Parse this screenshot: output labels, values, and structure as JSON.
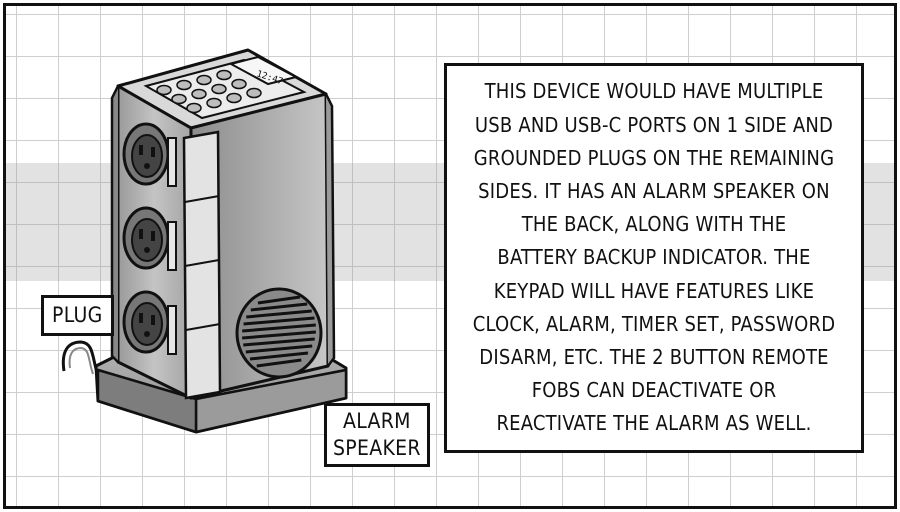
{
  "labels": {
    "plug": "PLUG",
    "alarm_speaker": [
      "ALARM",
      "SPEAKER"
    ]
  },
  "keypad_display": "12:47",
  "description": [
    "THIS DEVICE WOULD HAVE MULTIPLE",
    "USB AND USB-C PORTS ON 1 SIDE AND",
    "GROUNDED PLUGS ON THE REMAINING",
    "SIDES. IT HAS AN ALARM SPEAKER ON",
    "THE BACK, ALONG WITH THE",
    "BATTERY BACKUP INDICATOR. THE",
    "KEYPAD WILL HAVE FEATURES LIKE",
    "CLOCK, ALARM, TIMER SET, PASSWORD",
    "DISARM, ETC. THE 2 BUTTON REMOTE",
    "FOBS CAN DEACTIVATE OR",
    "REACTIVATE THE ALARM AS WELL."
  ],
  "colors": {
    "ink": "#111111",
    "grid": "#cfcfcf",
    "device_light": "#dcdcdc",
    "device_mid": "#a9a9a9",
    "device_dark": "#6e6e6e"
  }
}
